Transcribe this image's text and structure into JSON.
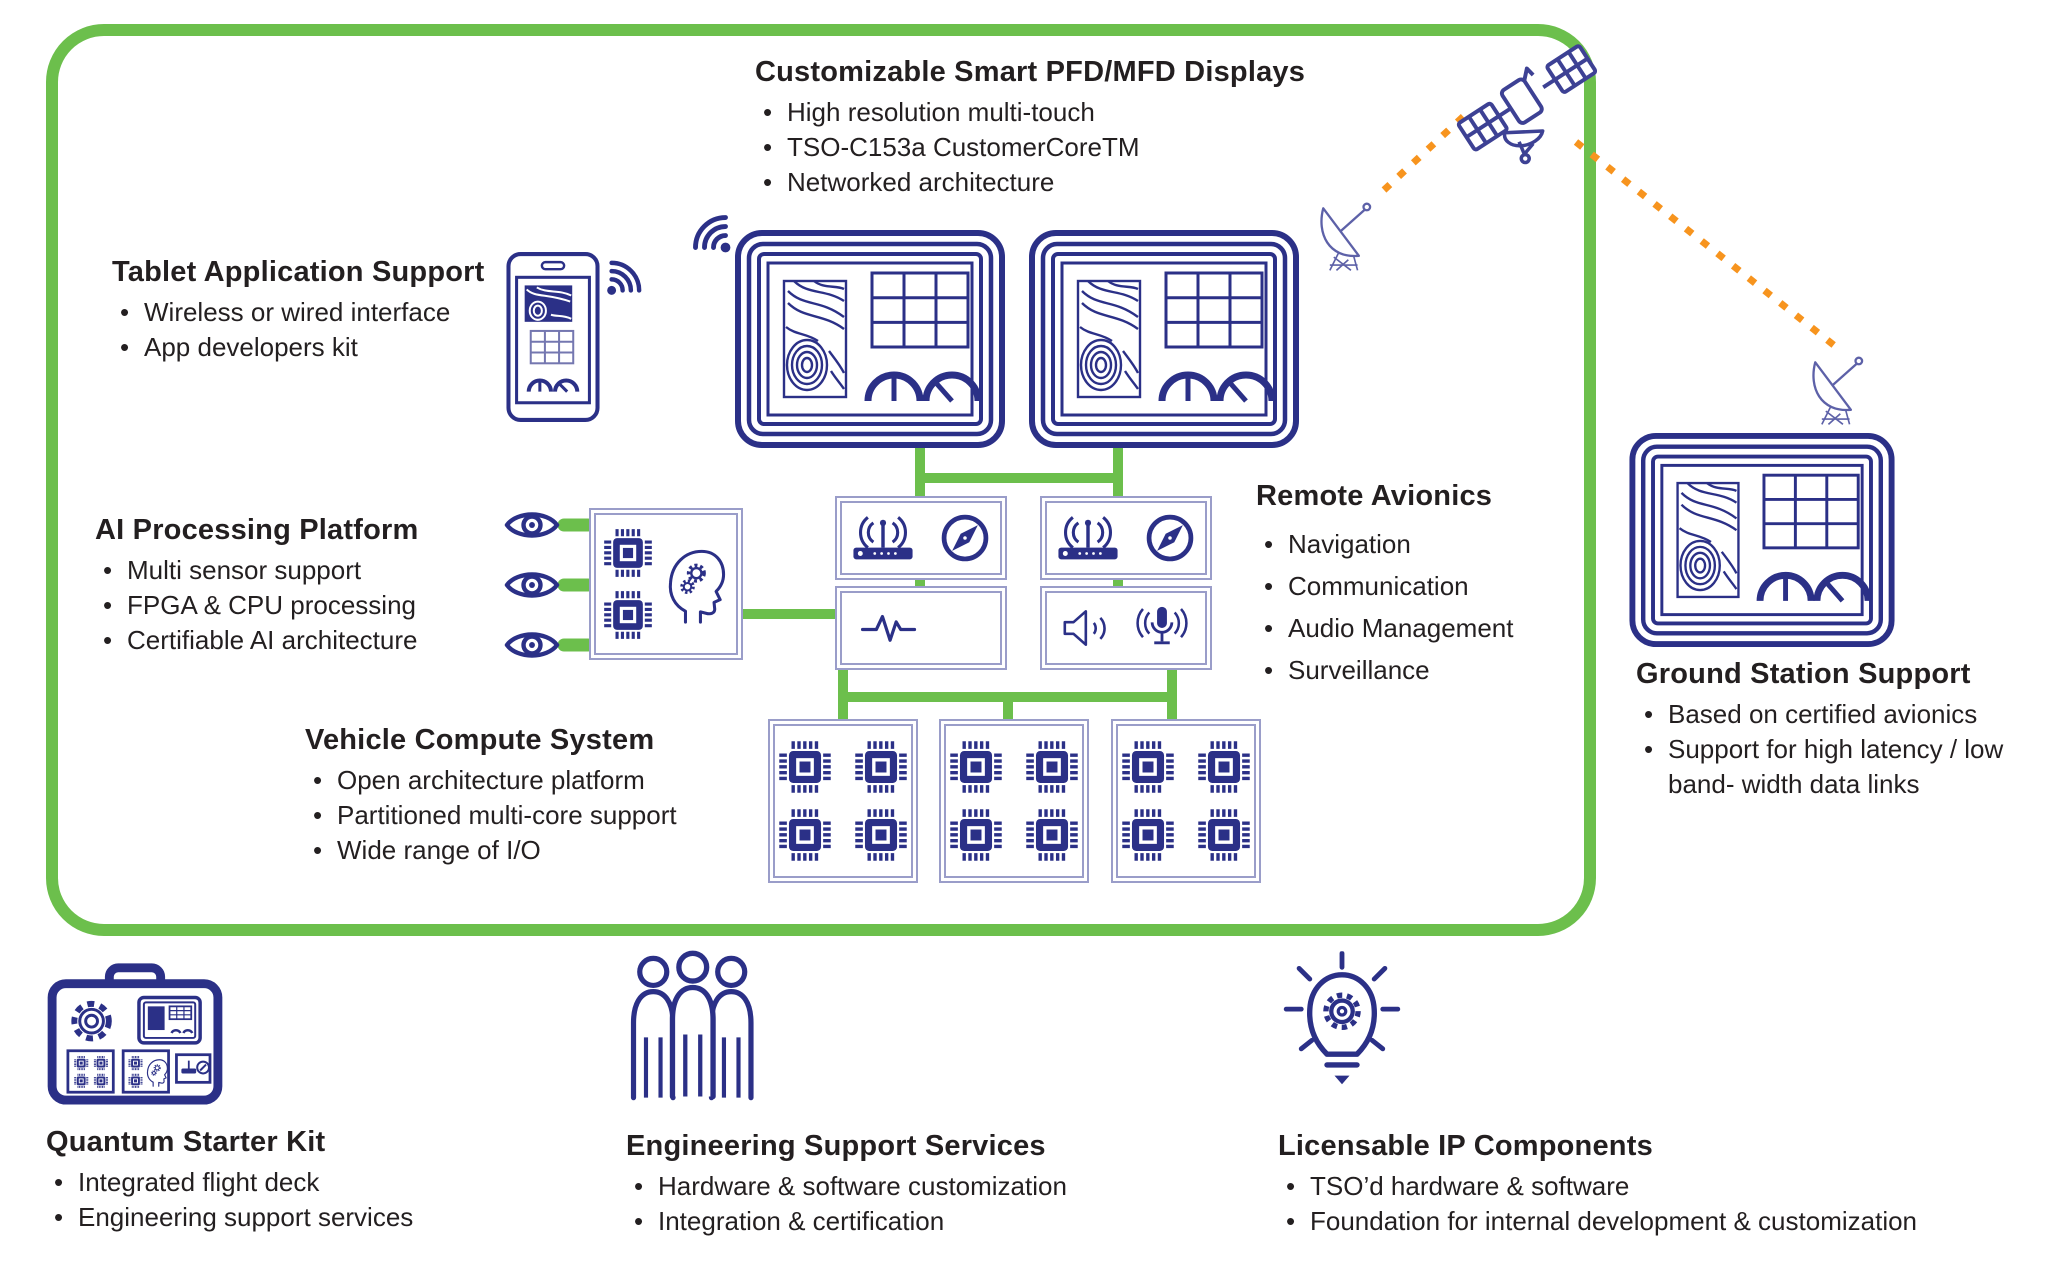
{
  "colors": {
    "navy": "#2b3087",
    "navy_light": "#9a9dc9",
    "green": "#6cbf4c",
    "orange": "#f7941e",
    "text": "#231f20",
    "bg": "#ffffff"
  },
  "sections": {
    "displays": {
      "title": "Customizable Smart PFD/MFD Displays",
      "bullets": [
        "High resolution multi-touch",
        "TSO-C153a CustomerCoreTM",
        "Networked architecture"
      ]
    },
    "tablet": {
      "title": "Tablet Application Support",
      "bullets": [
        "Wireless or wired interface",
        "App developers kit"
      ]
    },
    "ai": {
      "title": "AI Processing Platform",
      "bullets": [
        "Multi sensor support",
        "FPGA & CPU processing",
        "Certifiable AI architecture"
      ]
    },
    "vehicle": {
      "title": "Vehicle Compute System",
      "bullets": [
        "Open architecture platform",
        "Partitioned multi-core support",
        "Wide range of I/O"
      ]
    },
    "remote": {
      "title": "Remote Avionics",
      "bullets": [
        "Navigation",
        "Communication",
        "Audio Management",
        "Surveillance"
      ]
    },
    "ground": {
      "title": "Ground Station Support",
      "bullets": [
        "Based on certified avionics",
        "Support for high latency / low band- width data links"
      ]
    },
    "quantum": {
      "title": "Quantum Starter Kit",
      "bullets": [
        "Integrated flight deck",
        "Engineering support services"
      ]
    },
    "engineering": {
      "title": "Engineering Support Services",
      "bullets": [
        "Hardware & software customization",
        "Integration & certification"
      ]
    },
    "ip": {
      "title": "Licensable IP Components",
      "bullets": [
        "TSO’d hardware & software",
        "Foundation for internal development & customization"
      ]
    }
  },
  "icons": [
    "satellite-icon",
    "dish-antenna-icon",
    "wifi-icon",
    "pfd-mfd-display-icon",
    "tablet-icon",
    "eye-icon",
    "ai-processor-icon",
    "router-icon",
    "compass-icon",
    "waveform-icon",
    "speaker-icon",
    "microphone-icon",
    "cpu-chip-icon",
    "starter-kit-case-icon",
    "team-icon",
    "lightbulb-gear-icon"
  ]
}
